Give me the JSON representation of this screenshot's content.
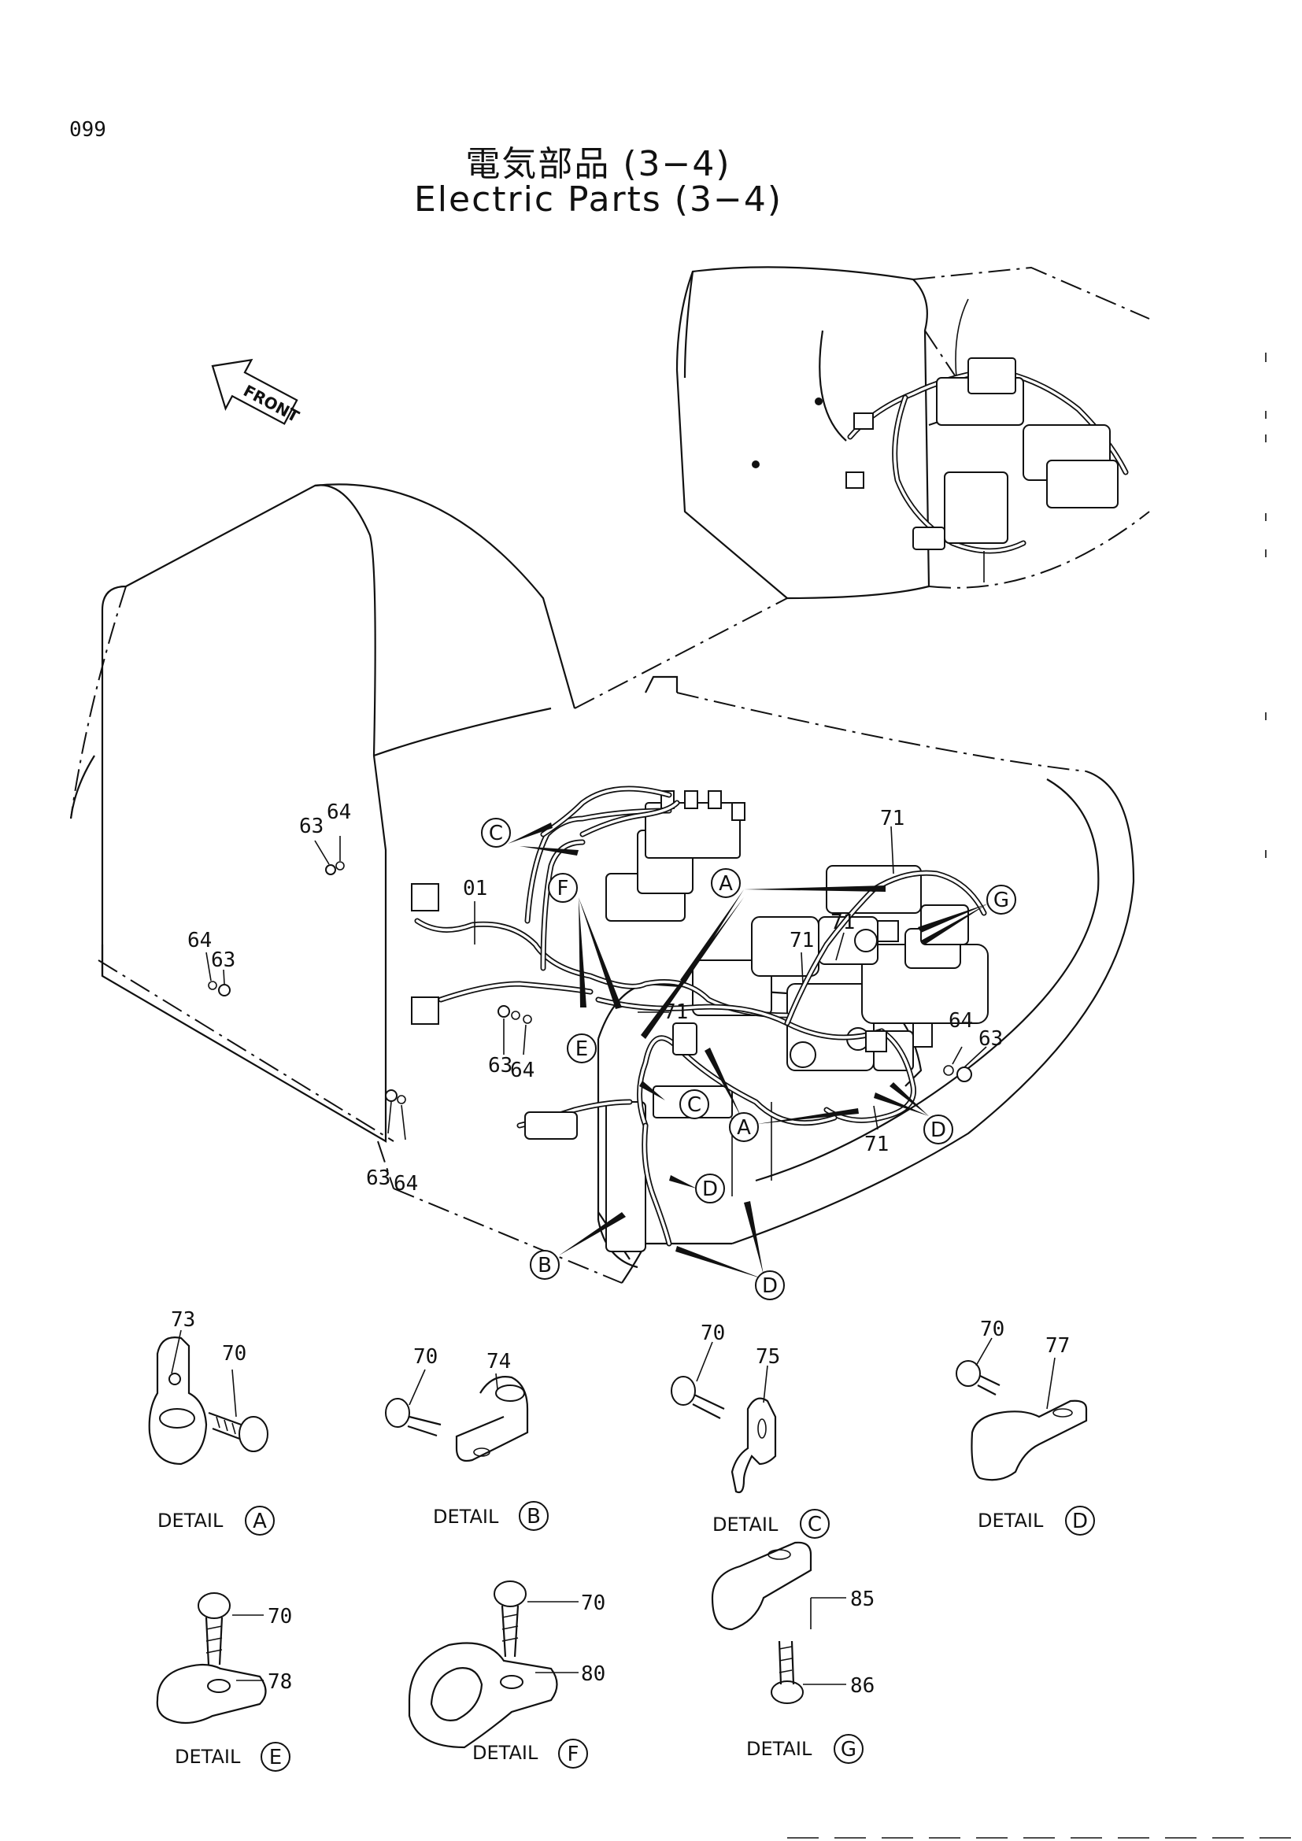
{
  "page_number": "099",
  "title_jp": "電気部品 (3−4)",
  "title_en": "Electric Parts (3−4)",
  "front_label": "FRONT",
  "callouts": {
    "A": "A",
    "B": "B",
    "C": "C",
    "D": "D",
    "E": "E",
    "F": "F",
    "G": "G"
  },
  "part_labels": {
    "p01": "01",
    "p63": "63",
    "p64": "64",
    "p70": "70",
    "p71": "71",
    "p73": "73",
    "p74": "74",
    "p75": "75",
    "p77": "77",
    "p78": "78",
    "p80": "80",
    "p85": "85",
    "p86": "86"
  },
  "details": {
    "word": "DETAIL",
    "A": "A",
    "B": "B",
    "C": "C",
    "D": "D",
    "E": "E",
    "F": "F",
    "G": "G"
  }
}
